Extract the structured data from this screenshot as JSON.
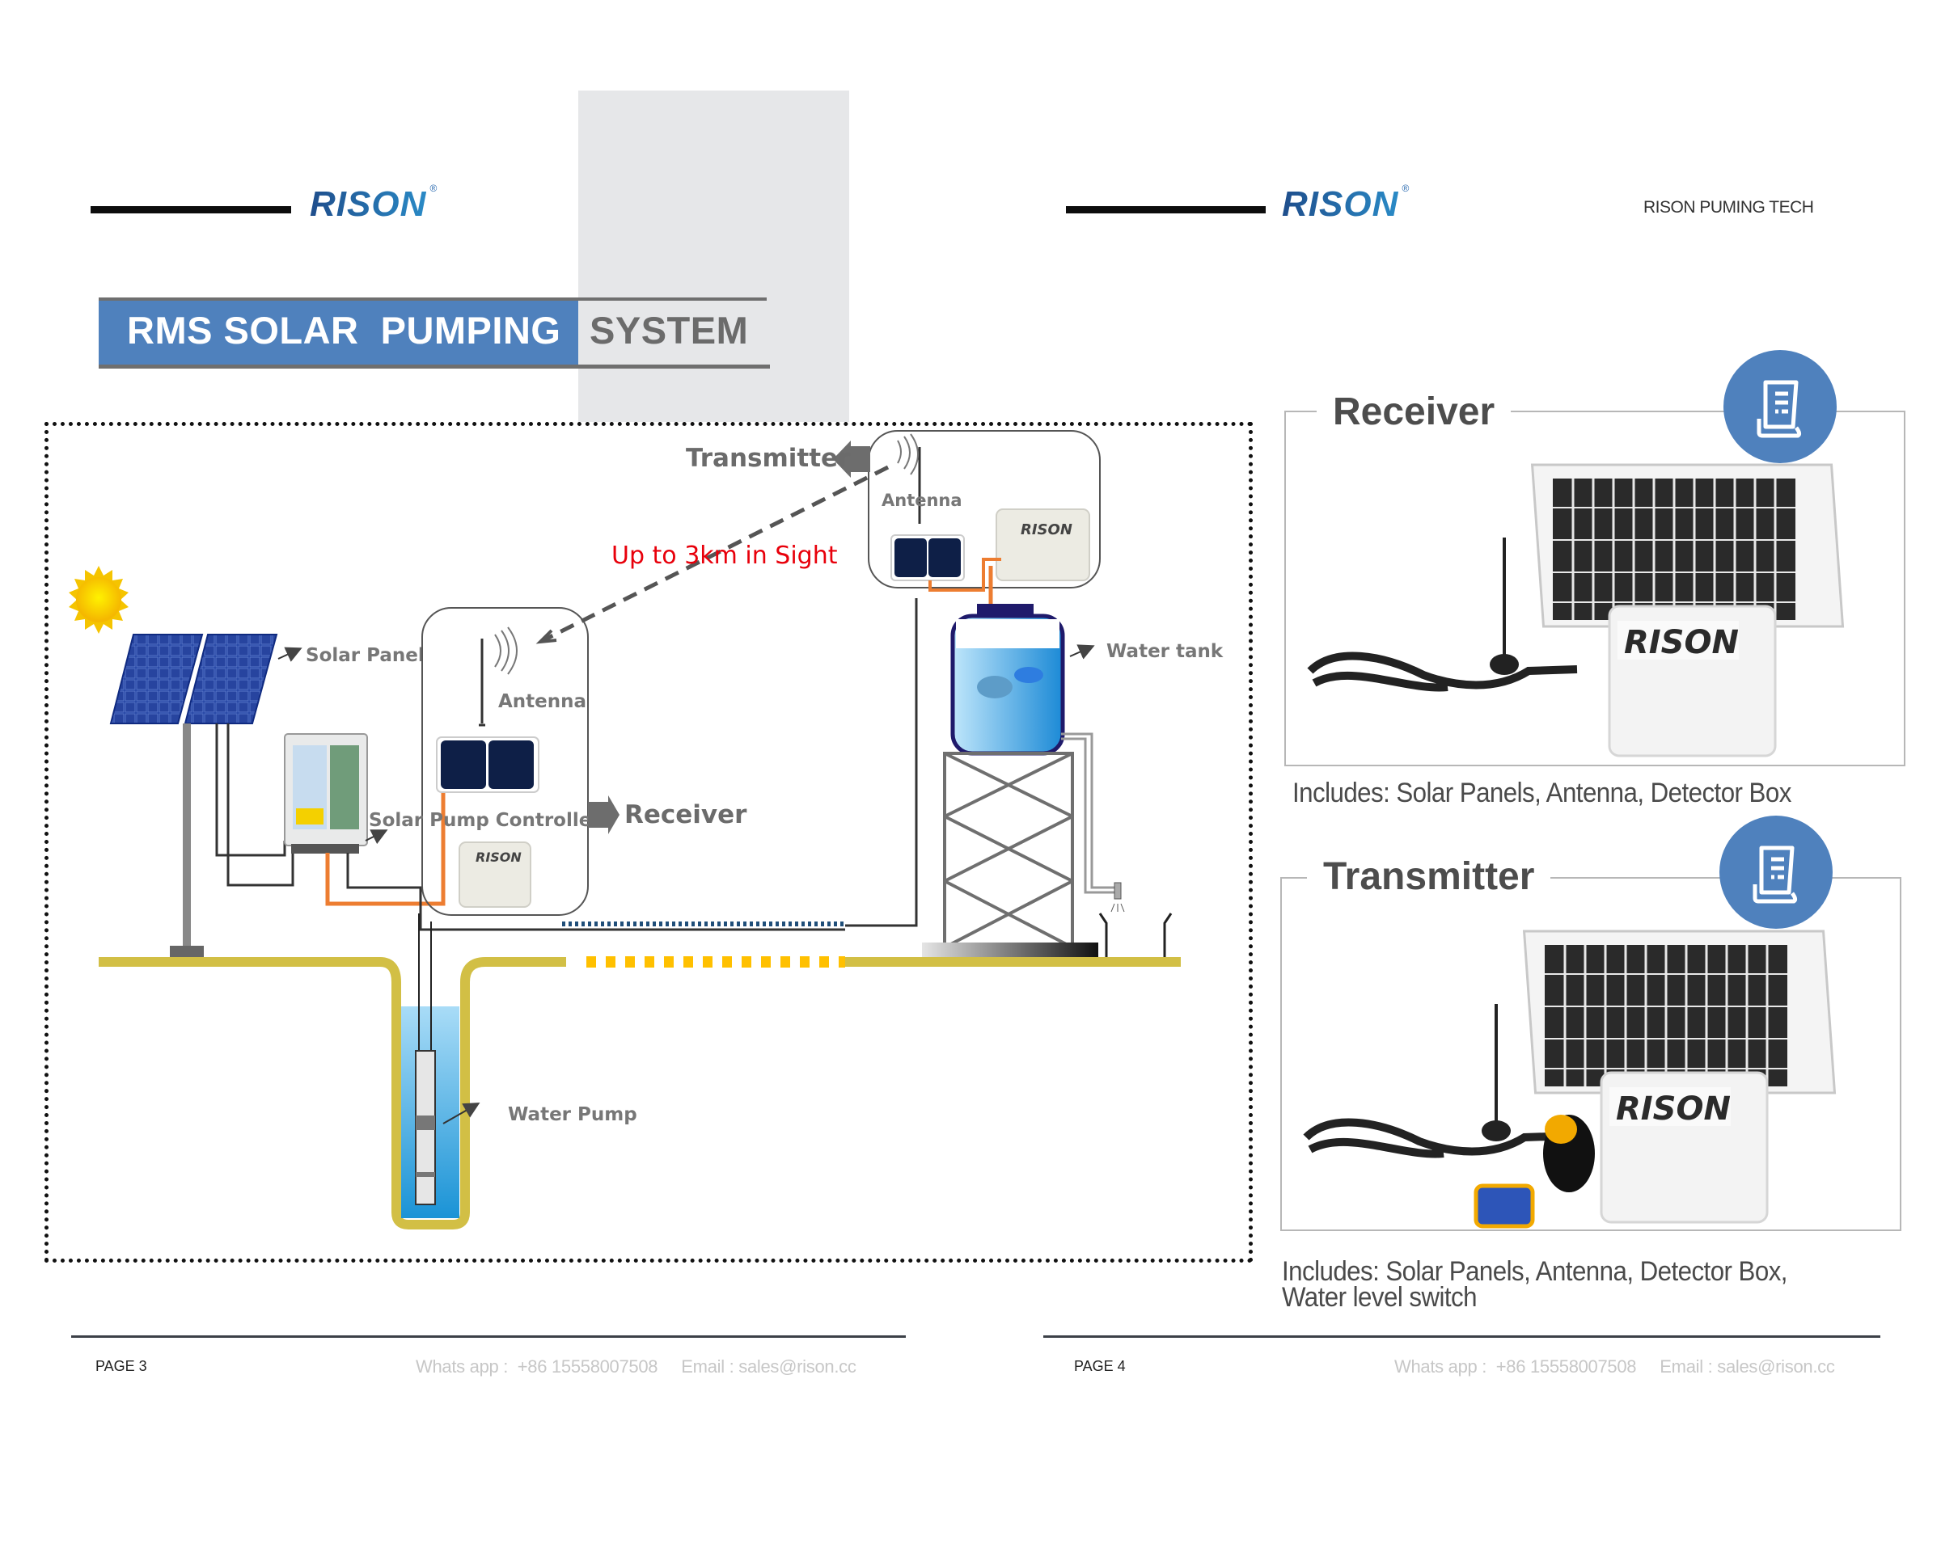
{
  "brand": {
    "logo_text": "RISON",
    "registered_mark": "®",
    "tagline": "RISON PUMING TECH",
    "accent_color": "#4f81bd"
  },
  "page3": {
    "title_part1": "RMS SOLAR  PUMPING",
    "title_part2": "SYSTEM",
    "diagram": {
      "labels": {
        "transmitter": "Transmitter",
        "antenna_top": "Antenna",
        "range": "Up to 3km in Sight",
        "solar_panel": "Solar Panel",
        "antenna": "Antenna",
        "controller": "Solar Pump Controller",
        "receiver": "Receiver",
        "water_tank": "Water tank",
        "water_pump": "Water Pump",
        "device_brand": "RISON"
      },
      "range_color": "#e8000b"
    },
    "footer": {
      "page": "PAGE 3",
      "contact": "Whats app :  +86 15558007508     Email : sales@rison.cc"
    }
  },
  "page4": {
    "products": [
      {
        "title": "Receiver",
        "icon": "document-icon",
        "caption": "Includes: Solar Panels, Antenna, Detector Box",
        "device_brand": "RISON"
      },
      {
        "title": "Transmitter",
        "icon": "document-icon",
        "caption": "Includes: Solar Panels, Antenna, Detector Box, Water level switch",
        "device_brand": "RISON"
      }
    ],
    "footer": {
      "page": "PAGE 4",
      "contact": "Whats app :  +86 15558007508     Email : sales@rison.cc"
    }
  }
}
